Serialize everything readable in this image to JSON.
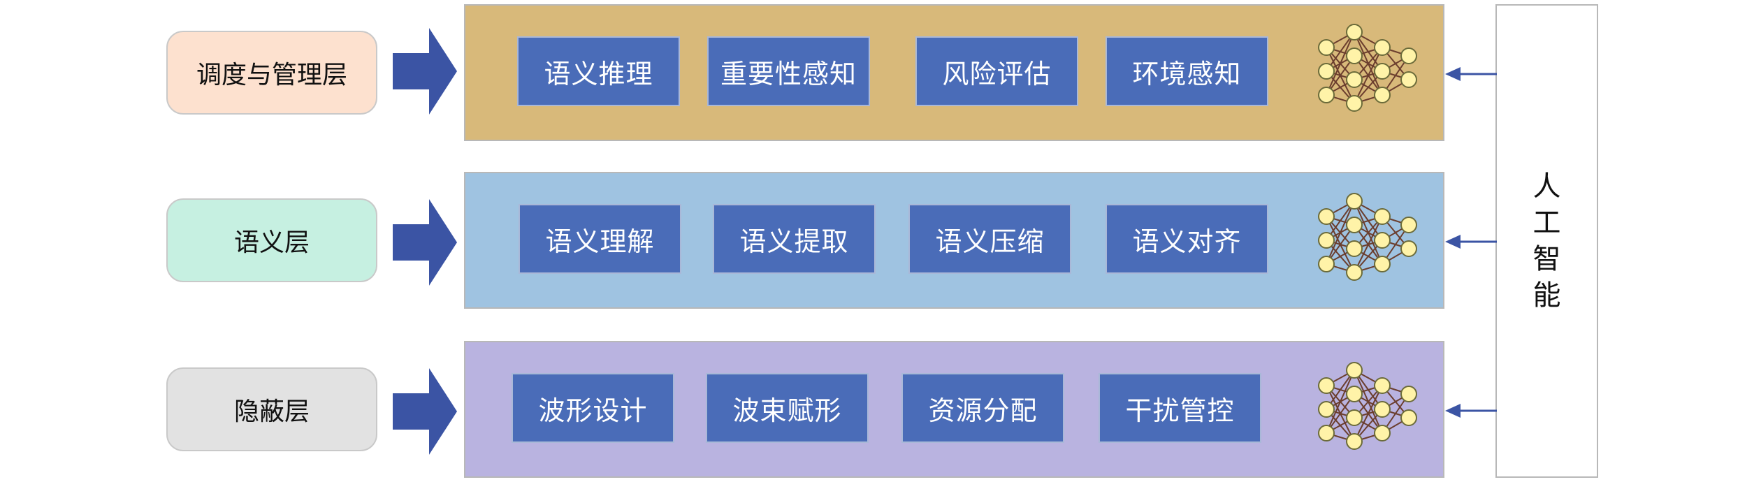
{
  "layers": [
    {
      "label": "调度与管理层",
      "label_color": "#fde1cf",
      "band_color": "#d8b97a",
      "boxes": [
        "语义推理",
        "重要性感知",
        "风险评估",
        "环境感知"
      ]
    },
    {
      "label": "语义层",
      "label_color": "#c6f0e1",
      "band_color": "#9fc3e1",
      "boxes": [
        "语义理解",
        "语义提取",
        "语义压缩",
        "语义对齐"
      ]
    },
    {
      "label": "隐蔽层",
      "label_color": "#e2e2e2",
      "band_color": "#b9b3e0",
      "boxes": [
        "波形设计",
        "波束赋形",
        "资源分配",
        "干扰管控"
      ]
    }
  ],
  "ai_label": "人工智能",
  "colors": {
    "arrow": "#3b54a4",
    "box": "#4a6cb8",
    "neuron": "#fff3a8",
    "edge": "#6b3e2e"
  }
}
